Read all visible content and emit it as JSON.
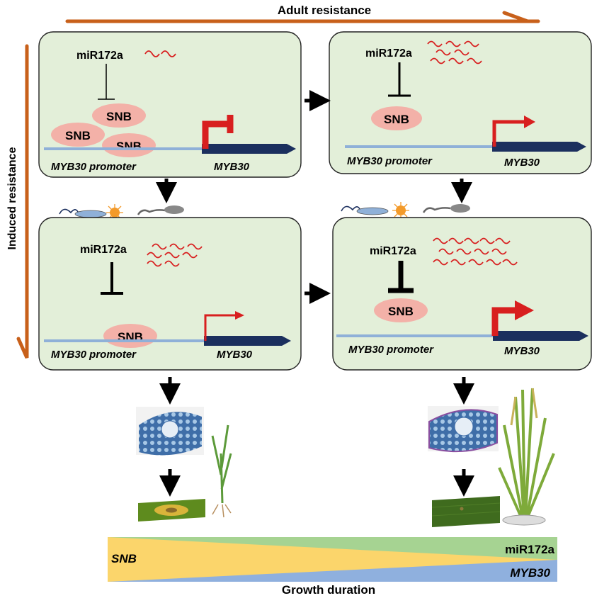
{
  "axes": {
    "top": "Adult resistance",
    "left": "Induced resistance",
    "bottom": "Growth duration"
  },
  "panels": {
    "young_uninfected": {
      "mirna": "miR172a",
      "snb": "SNB",
      "promoter": "MYB30 promoter",
      "gene": "MYB30"
    },
    "adult_uninfected": {
      "mirna": "miR172a",
      "snb": "SNB",
      "promoter": "MYB30 promoter",
      "gene": "MYB30"
    },
    "young_infected": {
      "mirna": "miR172a",
      "snb": "SNB",
      "promoter": "MYB30 promoter",
      "gene": "MYB30"
    },
    "adult_infected": {
      "mirna": "miR172a",
      "snb": "SNB",
      "promoter": "MYB30 promoter",
      "gene": "MYB30"
    }
  },
  "gradient": {
    "left_label": "SNB",
    "right_top_label": "miR172a",
    "right_bottom_label": "MYB30"
  },
  "colors": {
    "panel_fill": "#e3efd9",
    "orange_arrow": "#c8601a",
    "red": "#d81f1f",
    "navy": "#1b2f5e",
    "promoter_line": "#8fb0d8",
    "snb_fill": "#f3b1a8",
    "gradient_yellow": "#fbd56b",
    "gradient_green": "#a6d392",
    "gradient_blue": "#8fb0de"
  },
  "icons": [
    "fungal-spore-icon",
    "bacterium-icon",
    "pathogen-hypha-icon",
    "leaf-cross-section-icon",
    "rice-seedling-icon",
    "rice-plant-icon",
    "leaf-lesion-icon",
    "healthy-leaf-icon"
  ]
}
